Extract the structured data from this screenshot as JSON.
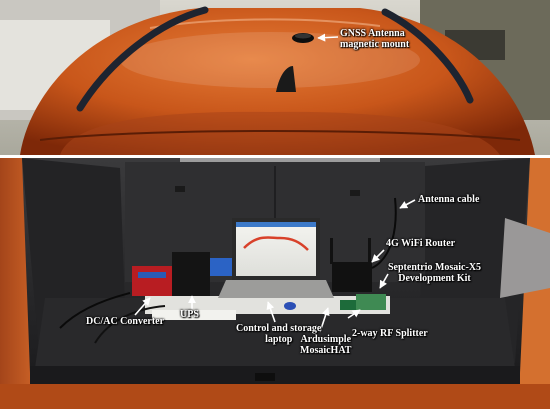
{
  "labels": {
    "gnss_antenna": {
      "line1": "GNSS Antenna",
      "line2": "magnetic mount"
    },
    "antenna_cable": "Antenna cable",
    "wifi_router": "4G WiFi Router",
    "mosaic_kit": {
      "line1": "Septentrio Mosaic-X5",
      "line2": "Development Kit"
    },
    "dcac_converter": "DC/AC Converter",
    "ups": "UPS",
    "laptop": {
      "line1": "Control and storage",
      "line2": "laptop"
    },
    "rf_splitter": "2-way RF Splitter",
    "mosaichat": {
      "line1": "Ardusimple",
      "line2": "MosaicHAT"
    }
  },
  "colors": {
    "car_paint": "#c8561a",
    "car_paint_dark": "#8a2e0a",
    "trunk_interior": "#2a2a2c",
    "label_text": "#ffffff"
  }
}
